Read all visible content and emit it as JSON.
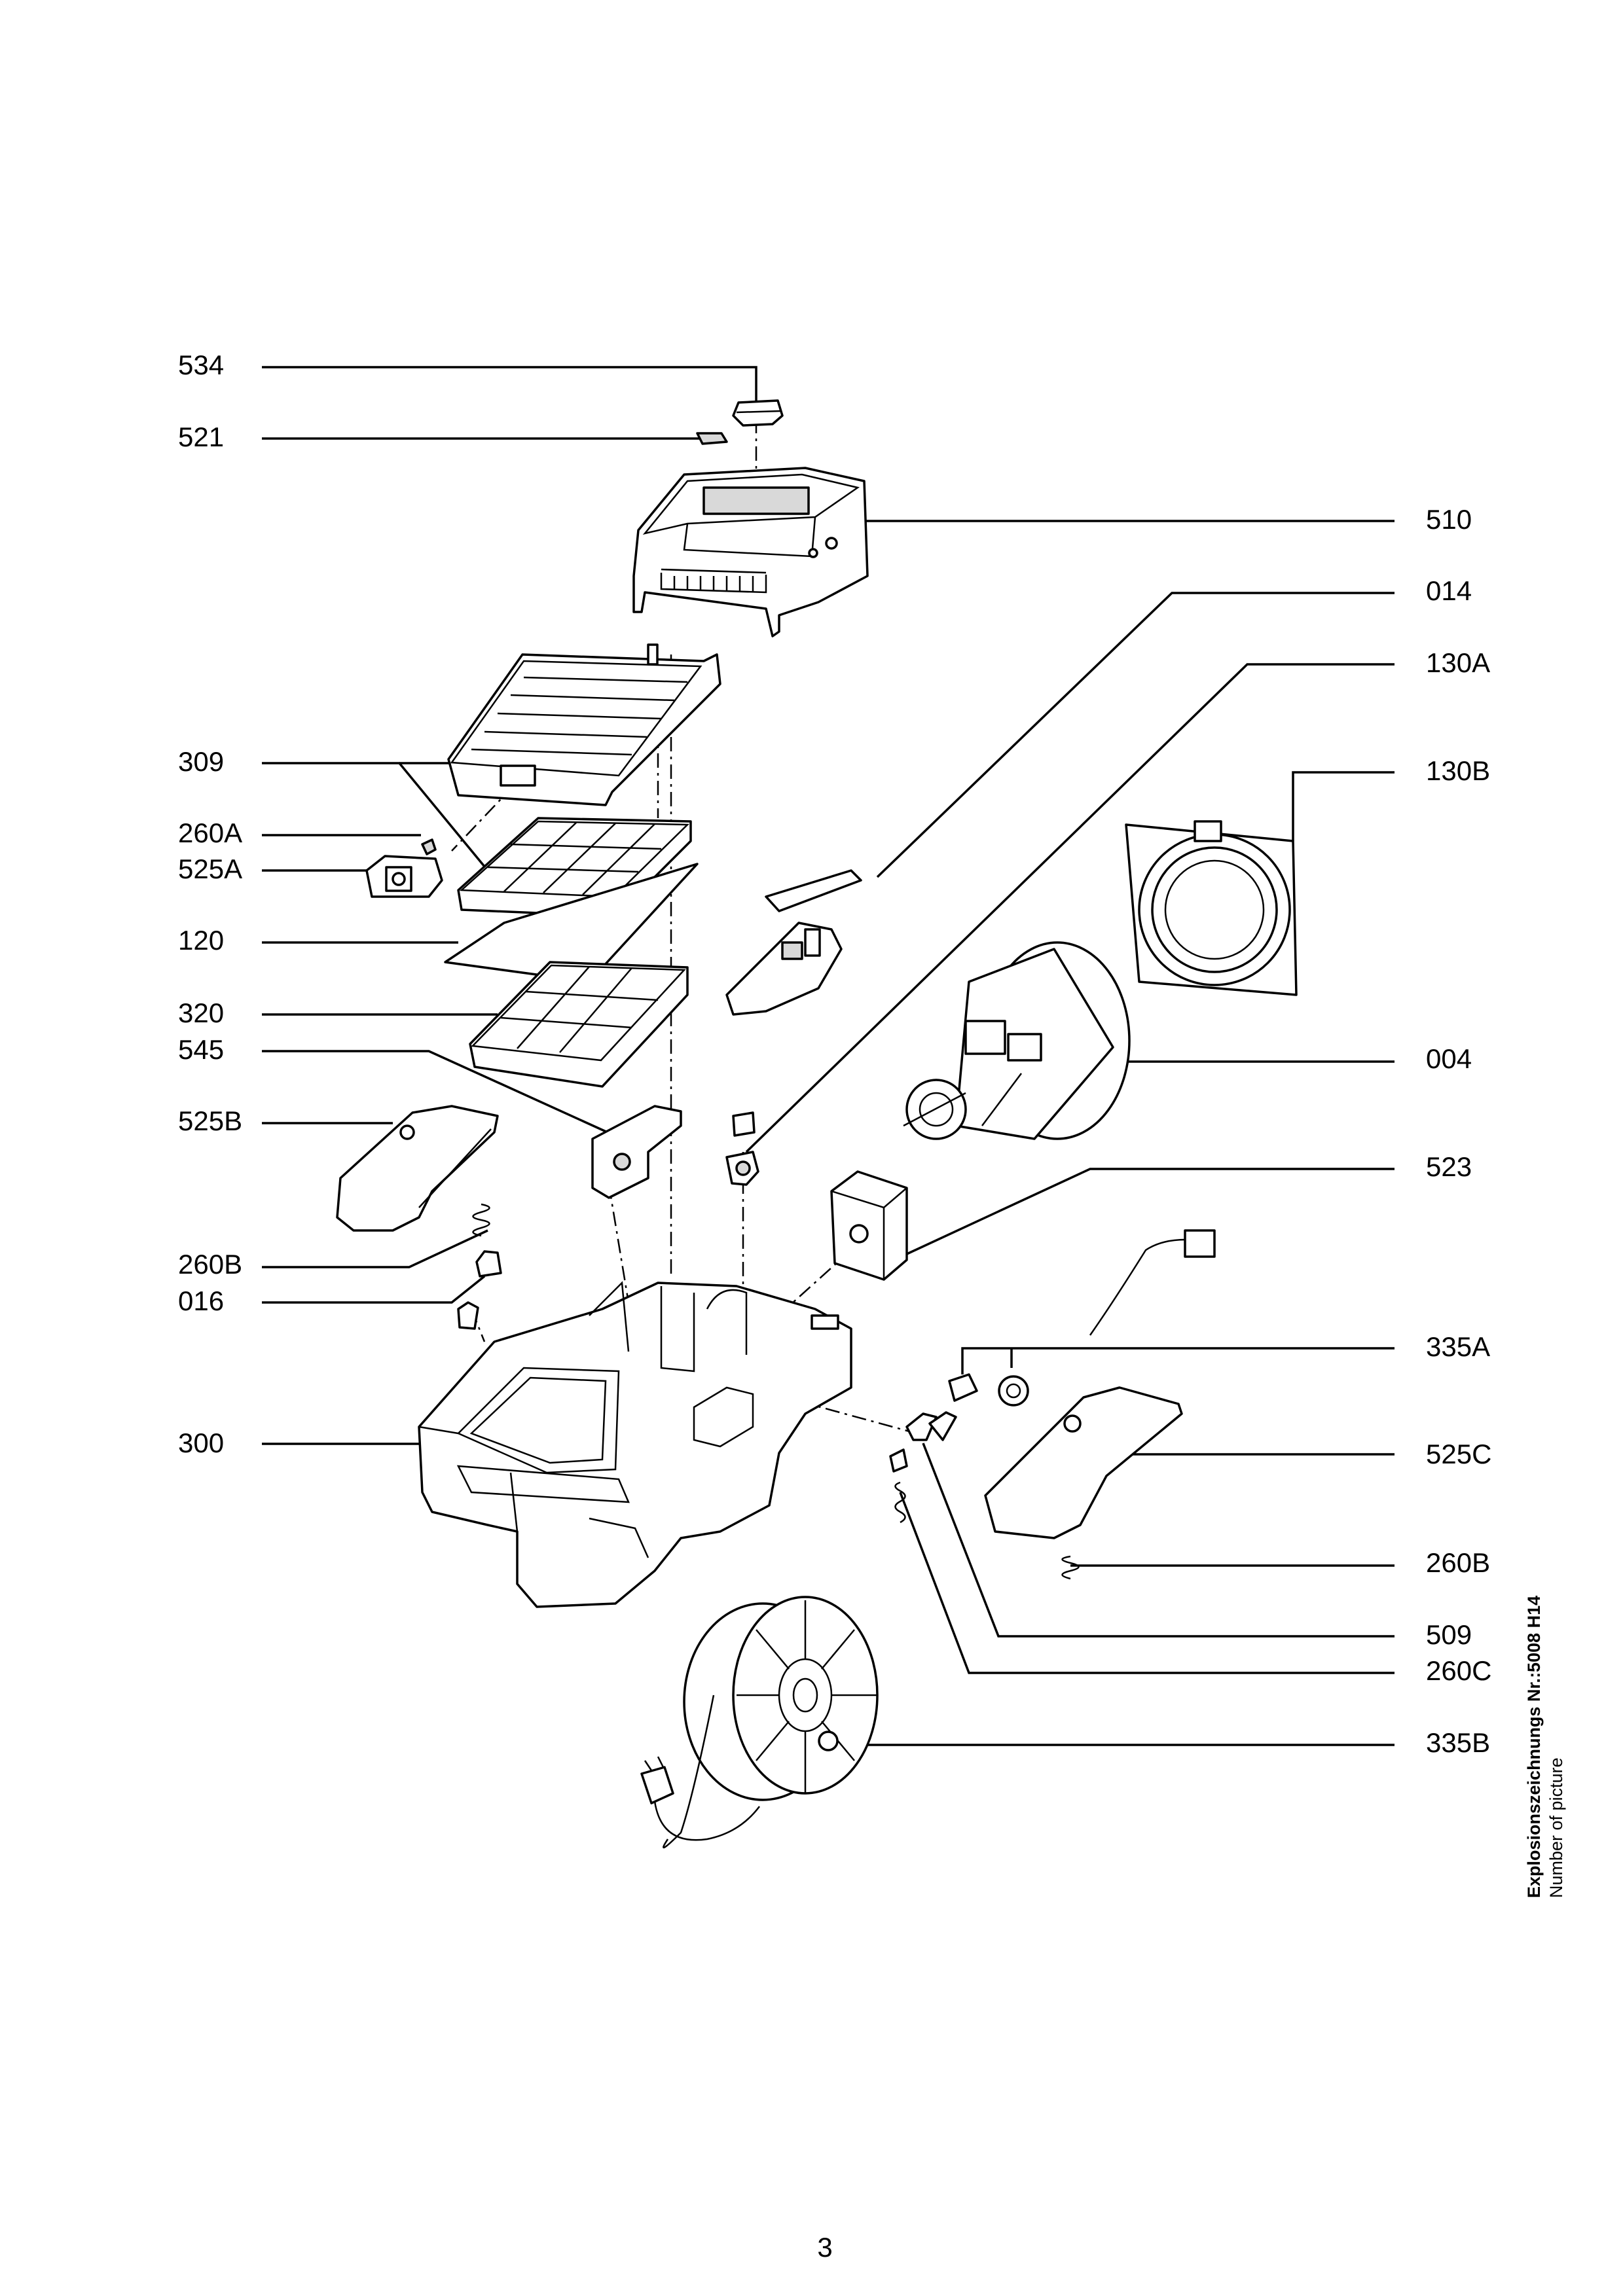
{
  "drawing": {
    "labels": {
      "l534": "534",
      "l521": "521",
      "l309": "309",
      "l260A": "260A",
      "l525A": "525A",
      "l120": "120",
      "l320": "320",
      "l545": "545",
      "l525B": "525B",
      "l260B_left": "260B",
      "l016": "016",
      "l300": "300",
      "l510": "510",
      "l014": "014",
      "l130A": "130A",
      "l130B": "130B",
      "l004": "004",
      "l523": "523",
      "l335A": "335A",
      "l525C": "525C",
      "l260B_right": "260B",
      "l509": "509",
      "l260C": "260C",
      "l335B": "335B"
    }
  },
  "caption": {
    "title": "Explosionszeichnungs Nr.:5008 H14",
    "subtitle": "Number of picture"
  },
  "page": {
    "number": "3"
  }
}
